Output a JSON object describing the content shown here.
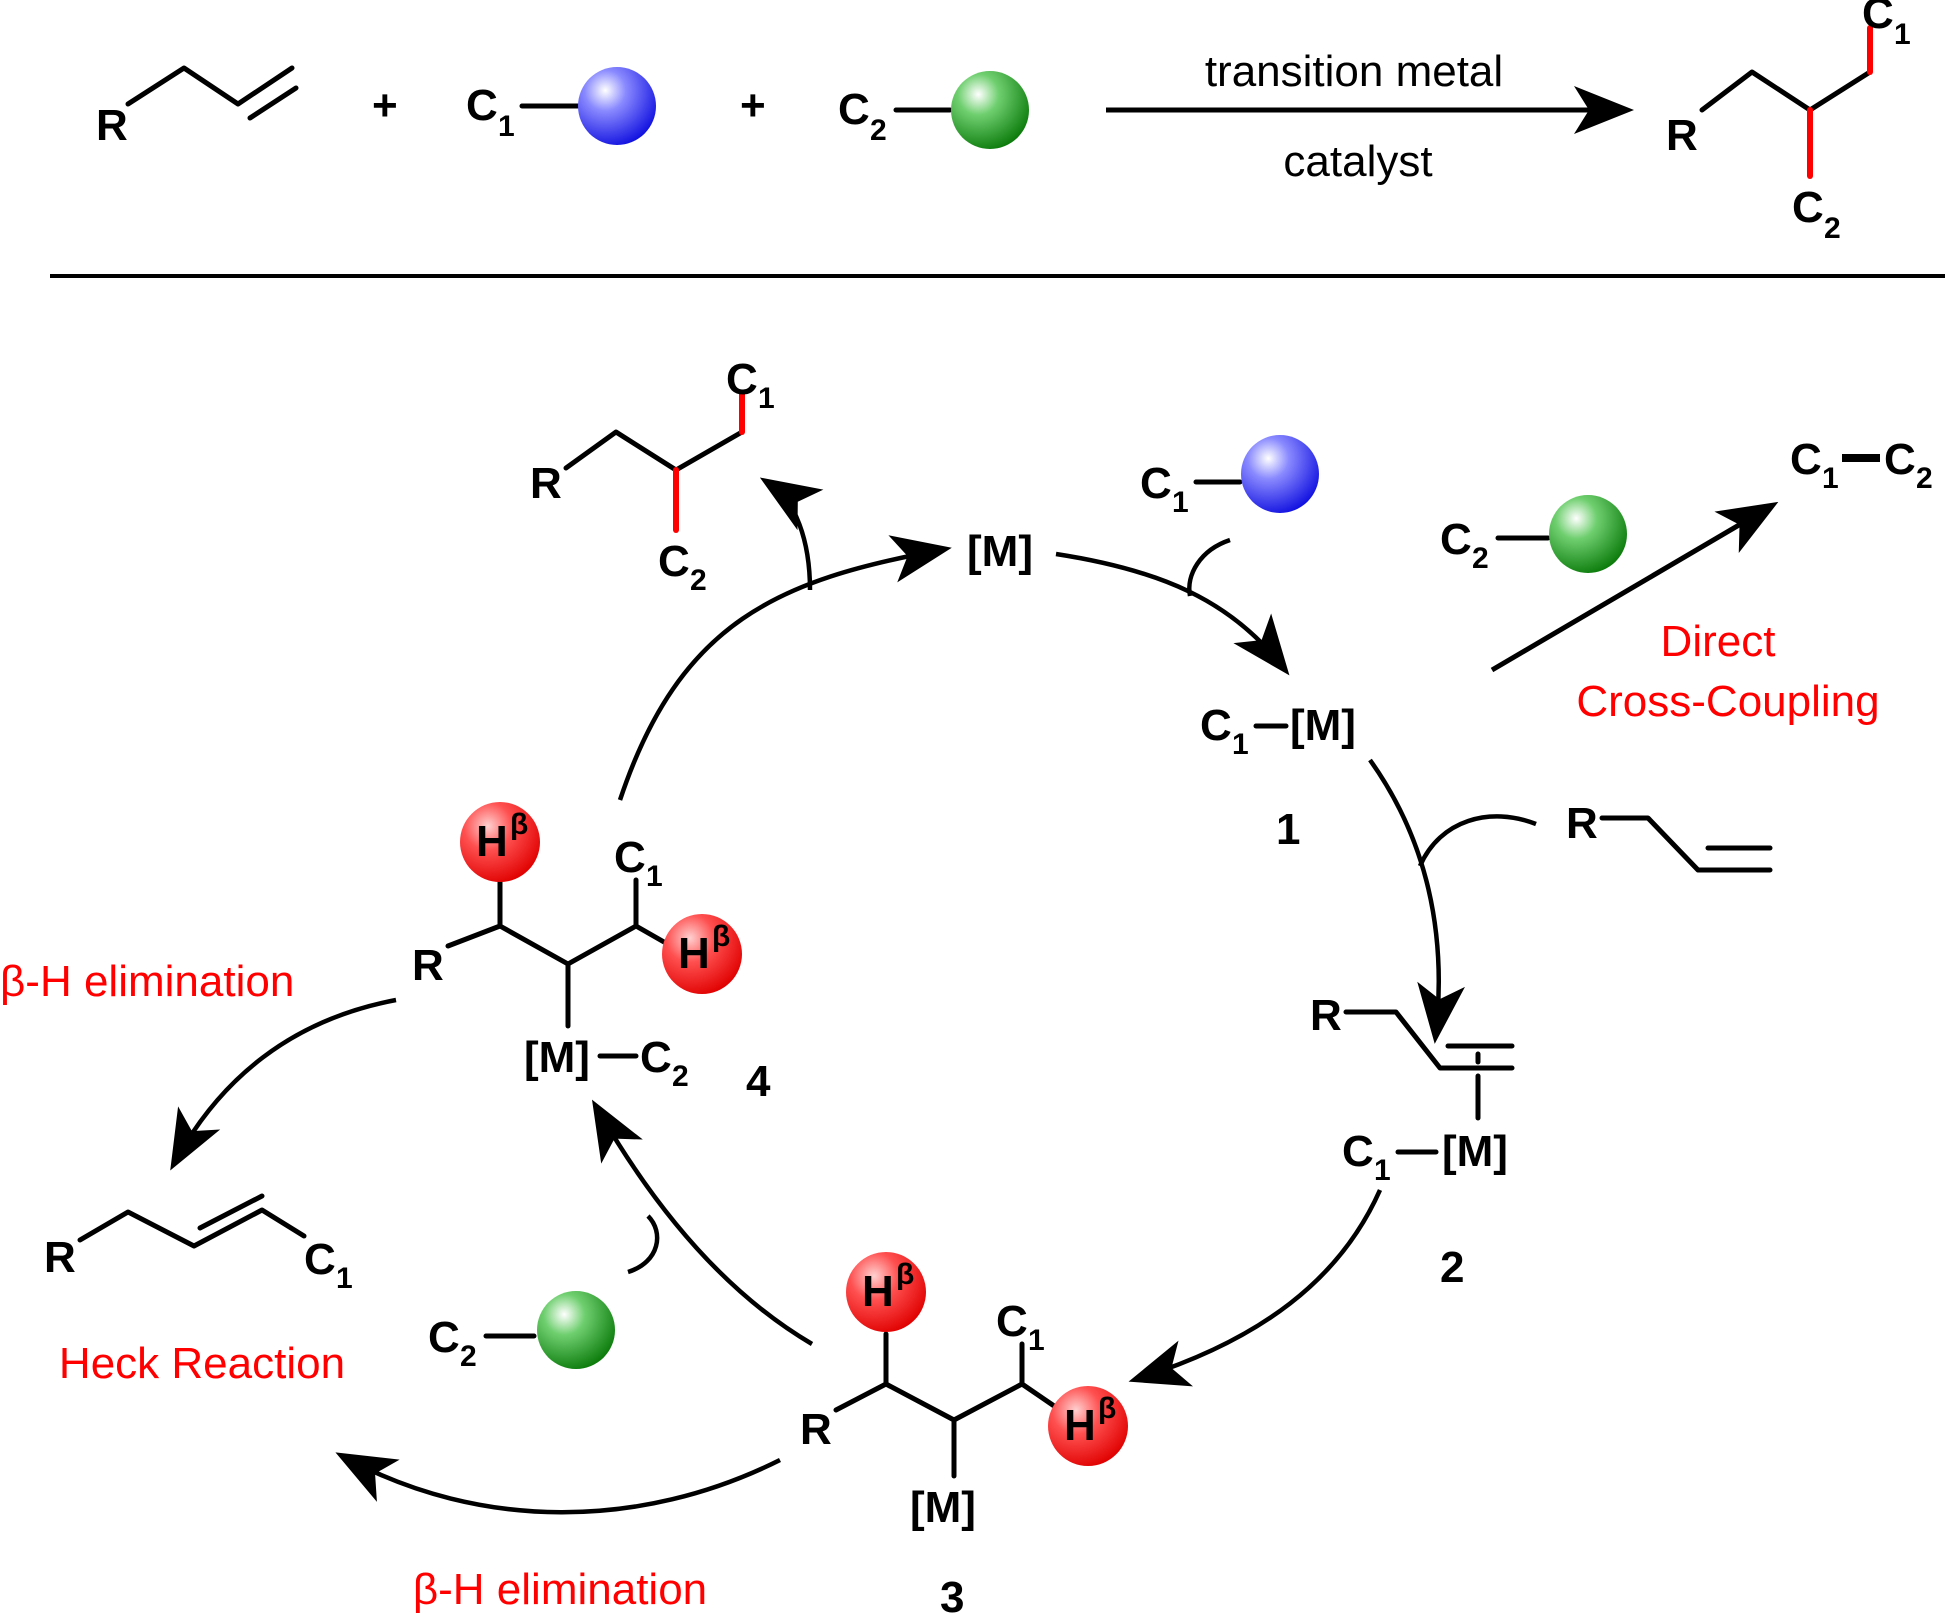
{
  "top_equation": {
    "reactant_alkene_R": "R",
    "plus": "+",
    "c1": "C",
    "c2": "C",
    "sub1": "1",
    "sub2": "2",
    "condition_top": "transition metal",
    "condition_bottom": "catalyst",
    "product_R": "R"
  },
  "cycle": {
    "catalyst": "[M]",
    "metal": "[M]",
    "R": "R",
    "c": "C",
    "sub1": "1",
    "sub2": "2",
    "h_beta": "H",
    "beta": "β",
    "intermediate_numbers": [
      "1",
      "2",
      "3",
      "4"
    ]
  },
  "side_paths": {
    "direct_line1": "Direct",
    "direct_line2": "Cross-Coupling",
    "heck": "Heck Reaction",
    "beta_elim_top": "β-H elimination",
    "beta_elim_bottom": "β-H elimination"
  },
  "colors": {
    "blue_sphere": "#2b2bff",
    "green_sphere": "#149114",
    "red_sphere": "#ff2020",
    "highlight_bond": "#ff0000",
    "annotation_text": "#ff0000"
  }
}
